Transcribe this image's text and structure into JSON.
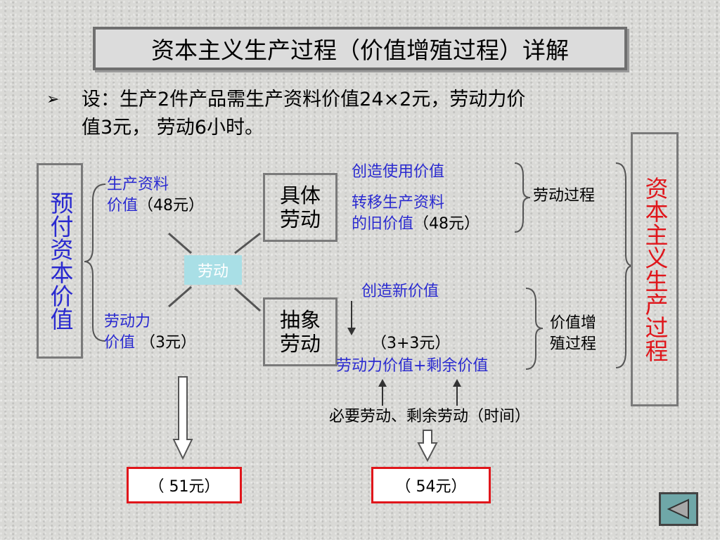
{
  "title": "资本主义生产过程（价值增殖过程）详解",
  "premise": {
    "bullet_icon": "arrow-bullet-icon",
    "line1": "设：生产2件产品需生产资料价值24×2元，劳动力价",
    "line2": "值3元， 劳动6小时。"
  },
  "left_box": "预付资本价值",
  "right_box": "资本主义生产过程",
  "means_of_production": {
    "line1": "生产资料",
    "line2": "价值",
    "value": "（48元）"
  },
  "labor_power": {
    "line1": "劳动力",
    "line2": "价值",
    "value": "（3元）"
  },
  "labor_center": "劳动",
  "concrete_labor": {
    "line1": "具体",
    "line2": "劳动"
  },
  "abstract_labor": {
    "line1": "抽象",
    "line2": "劳动"
  },
  "create_use_value": "创造使用价值",
  "transfer_old_value": {
    "line1": "转移生产资料",
    "line2": "的旧价值",
    "value": "（48元）"
  },
  "labor_process": "劳动过程",
  "create_new_value": "创造新价值",
  "new_value_amount": "（3+3元）",
  "labor_power_plus_surplus": "劳动力价值+剩余价值",
  "value_process": {
    "line1": "价值增",
    "line2": "殖过程"
  },
  "necessary_surplus_labor": "必要劳动、剩余劳动（时间）",
  "total_left": "（ 51元）",
  "total_right": "（ 54元）",
  "nav_icon": "back-triangle-icon",
  "colors": {
    "blue_text": "#2a2ad0",
    "red_text": "#e0161b",
    "labor_box": "#a9dfe6",
    "border_gray": "#7a7a7a"
  }
}
